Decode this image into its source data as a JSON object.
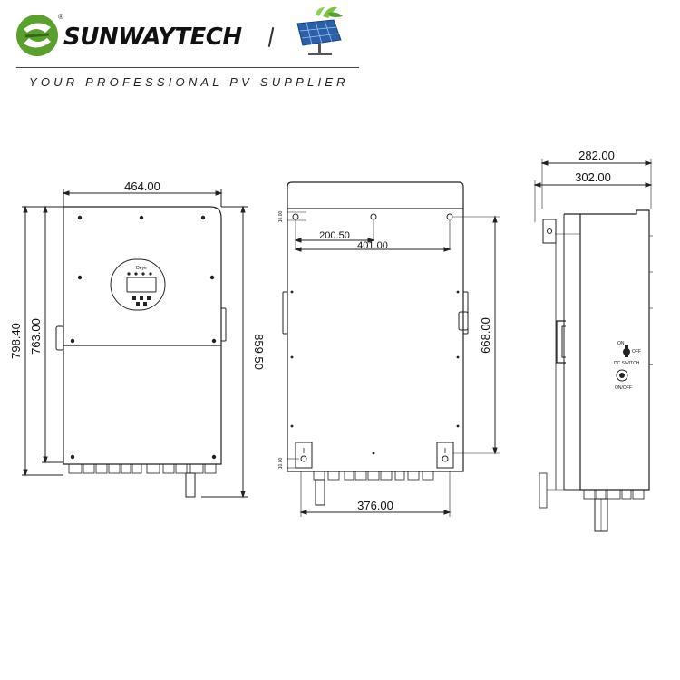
{
  "header": {
    "brand_name": "SUNWAYTECH",
    "registered_mark": "®",
    "tagline": "YOUR PROFESSIONAL PV SUPPLIER"
  },
  "front_view": {
    "width_label": "464.00",
    "body_height_label": "763.00",
    "overall_height_label": "798.40",
    "right_height_label": "859.50",
    "display_brand": "Deye"
  },
  "rear_view": {
    "top_offset_label": "10.00",
    "bottom_offset_label": "10.00",
    "hole_spacing_half_label": "200.50",
    "hole_spacing_label": "401.00",
    "hole_height_label": "668.00",
    "bottom_width_label": "376.00"
  },
  "side_view": {
    "depth_top_label": "282.00",
    "depth_label": "302.00",
    "switch_label_on": "ON",
    "switch_label_off": "OFF",
    "switch_label": "DC SWITCH",
    "button_label": "ON/OFF"
  },
  "colors": {
    "line": "#222222",
    "brand_green": "#5aa02c",
    "brand_dark": "#1d1d1d"
  }
}
